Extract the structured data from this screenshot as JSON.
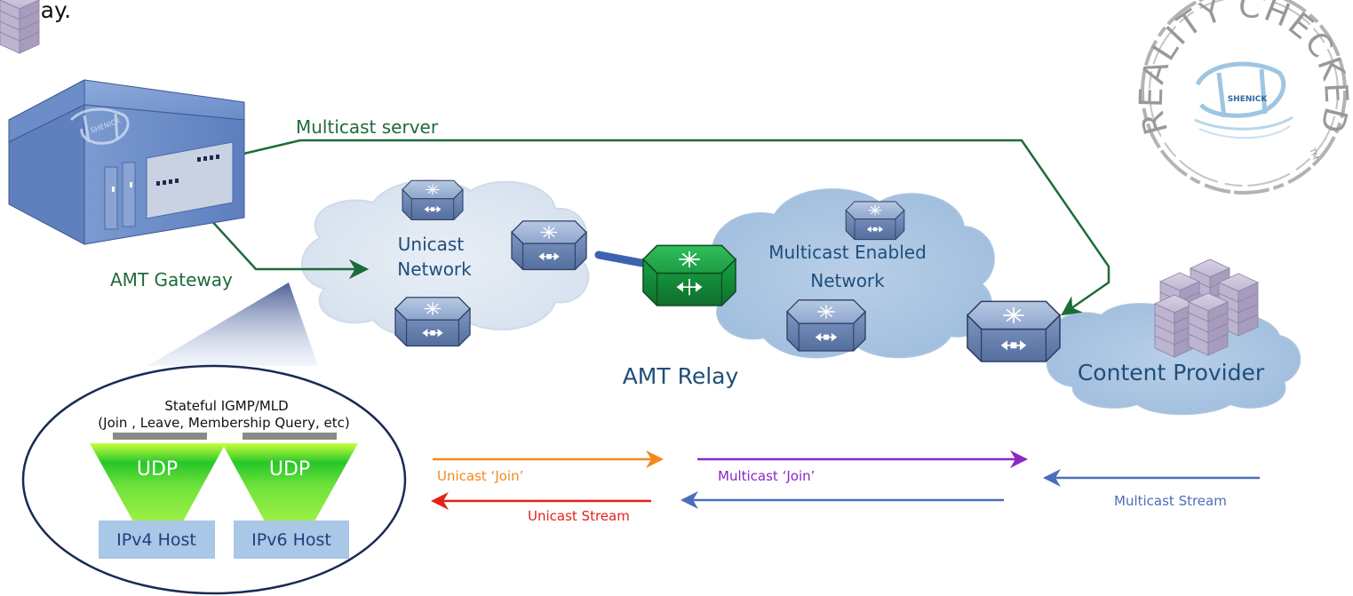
{
  "caption_fragment": "teway.",
  "labels": {
    "multicast_server": "Multicast server",
    "amt_gateway": "AMT Gateway",
    "unicast_network_1": "Unicast",
    "unicast_network_2": "Network",
    "multicast_network_1": "Multicast Enabled",
    "multicast_network_2": "Network",
    "amt_relay": "AMT Relay",
    "content_provider": "Content Provider"
  },
  "inset": {
    "title_1": "Stateful IGMP/MLD",
    "title_2": "(Join , Leave, Membership Query, etc)",
    "udp_left": "UDP",
    "udp_right": "UDP",
    "host_left": "IPv4 Host",
    "host_right": "IPv6 Host"
  },
  "legend": {
    "unicast_join": "Unicast ‘Join’",
    "unicast_stream": "Unicast Stream",
    "multicast_join": "Multicast ‘Join’",
    "multicast_stream": "Multicast Stream"
  },
  "badge": {
    "top": "REALITY CHECKED",
    "tm": "TM",
    "brand": "SHENICK"
  },
  "device_brand": "SHENICK",
  "colors": {
    "path_green": "#1e6b3a",
    "unicast_join": "#f28a1c",
    "unicast_stream": "#e32219",
    "multicast_join": "#8a27c9",
    "multicast_stream": "#4a6fb8",
    "label_blue": "#1f4e7a"
  }
}
